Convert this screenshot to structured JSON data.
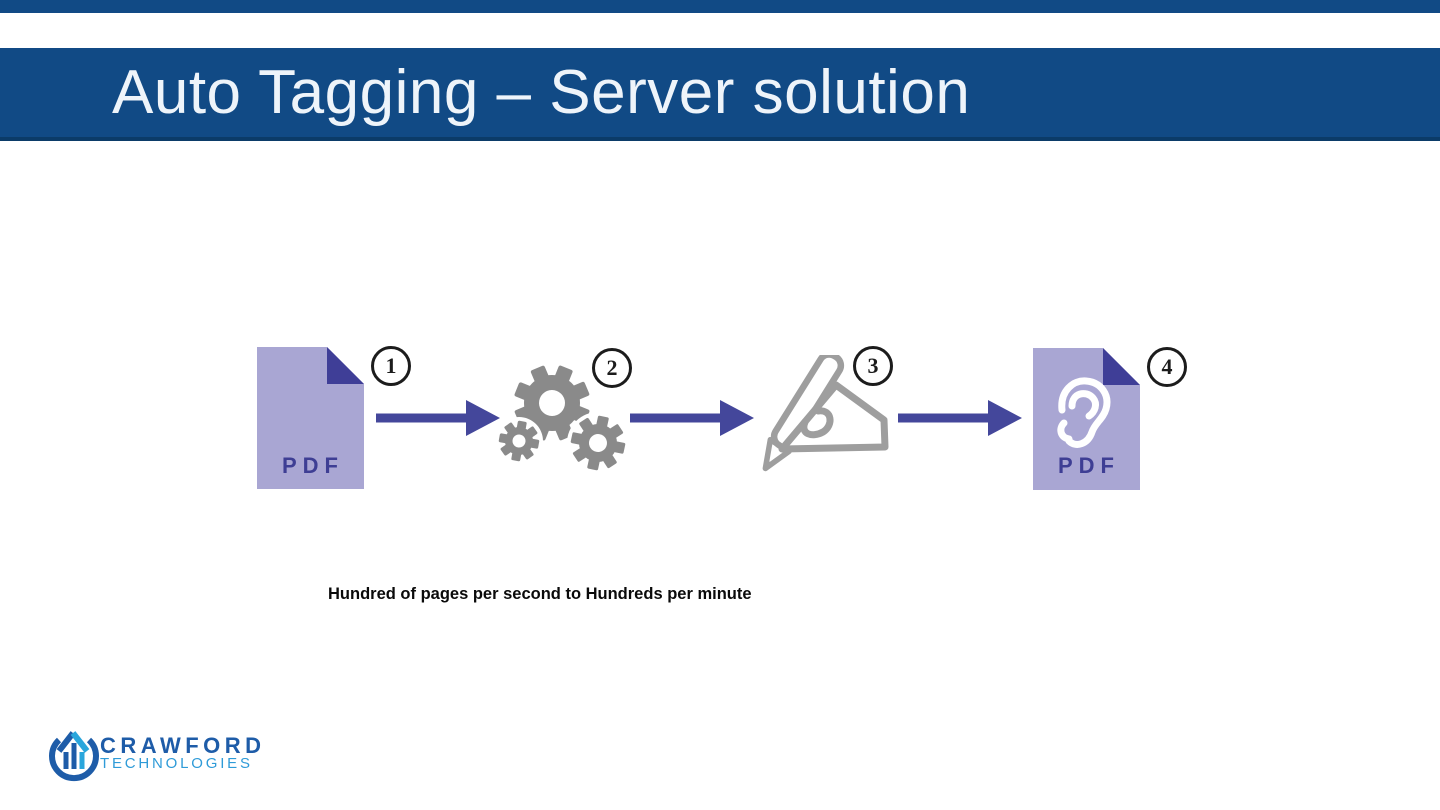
{
  "header": {
    "title": "Auto Tagging – Server solution"
  },
  "diagram": {
    "steps": [
      {
        "number": "1",
        "icon": "pdf-document-icon",
        "label": "PDF"
      },
      {
        "number": "2",
        "icon": "processing-gears-icon",
        "label": ""
      },
      {
        "number": "3",
        "icon": "hand-writing-pen-icon",
        "label": ""
      },
      {
        "number": "4",
        "icon": "accessible-pdf-ear-icon",
        "label": "PDF"
      }
    ],
    "caption": "Hundred of pages per second to Hundreds per minute"
  },
  "footer": {
    "logo_line1": "CRAWFORD",
    "logo_line2": "TECHNOLOGIES"
  },
  "colors": {
    "header_blue": "#114A85",
    "header_edge": "#0B3B68",
    "document_fill": "#A9A6D3",
    "document_fold": "#3F3E97",
    "document_label": "#3E3E94",
    "arrow_indigo": "#44479B",
    "gear_gray": "#8A8A8A",
    "hand_gray": "#9E9E9E",
    "logo_dark_blue": "#1E5CA8",
    "logo_light_blue": "#2F9BD8"
  }
}
